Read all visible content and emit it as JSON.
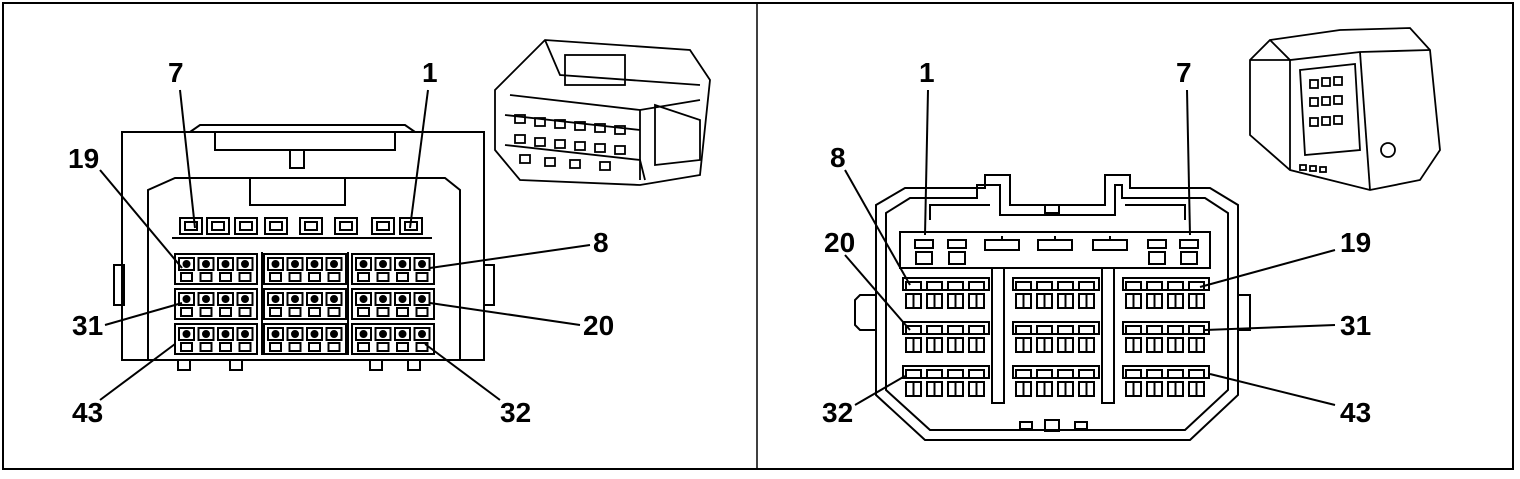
{
  "left_panel": {
    "labels": {
      "pin_7": "7",
      "pin_1": "1",
      "pin_19": "19",
      "pin_8": "8",
      "pin_31": "31",
      "pin_20": "20",
      "pin_43": "43",
      "pin_32": "32"
    }
  },
  "right_panel": {
    "labels": {
      "pin_1": "1",
      "pin_7": "7",
      "pin_8": "8",
      "pin_20": "20",
      "pin_19": "19",
      "pin_31": "31",
      "pin_32": "32",
      "pin_43": "43"
    }
  },
  "colors": {
    "line": "#000000",
    "background": "#ffffff"
  }
}
